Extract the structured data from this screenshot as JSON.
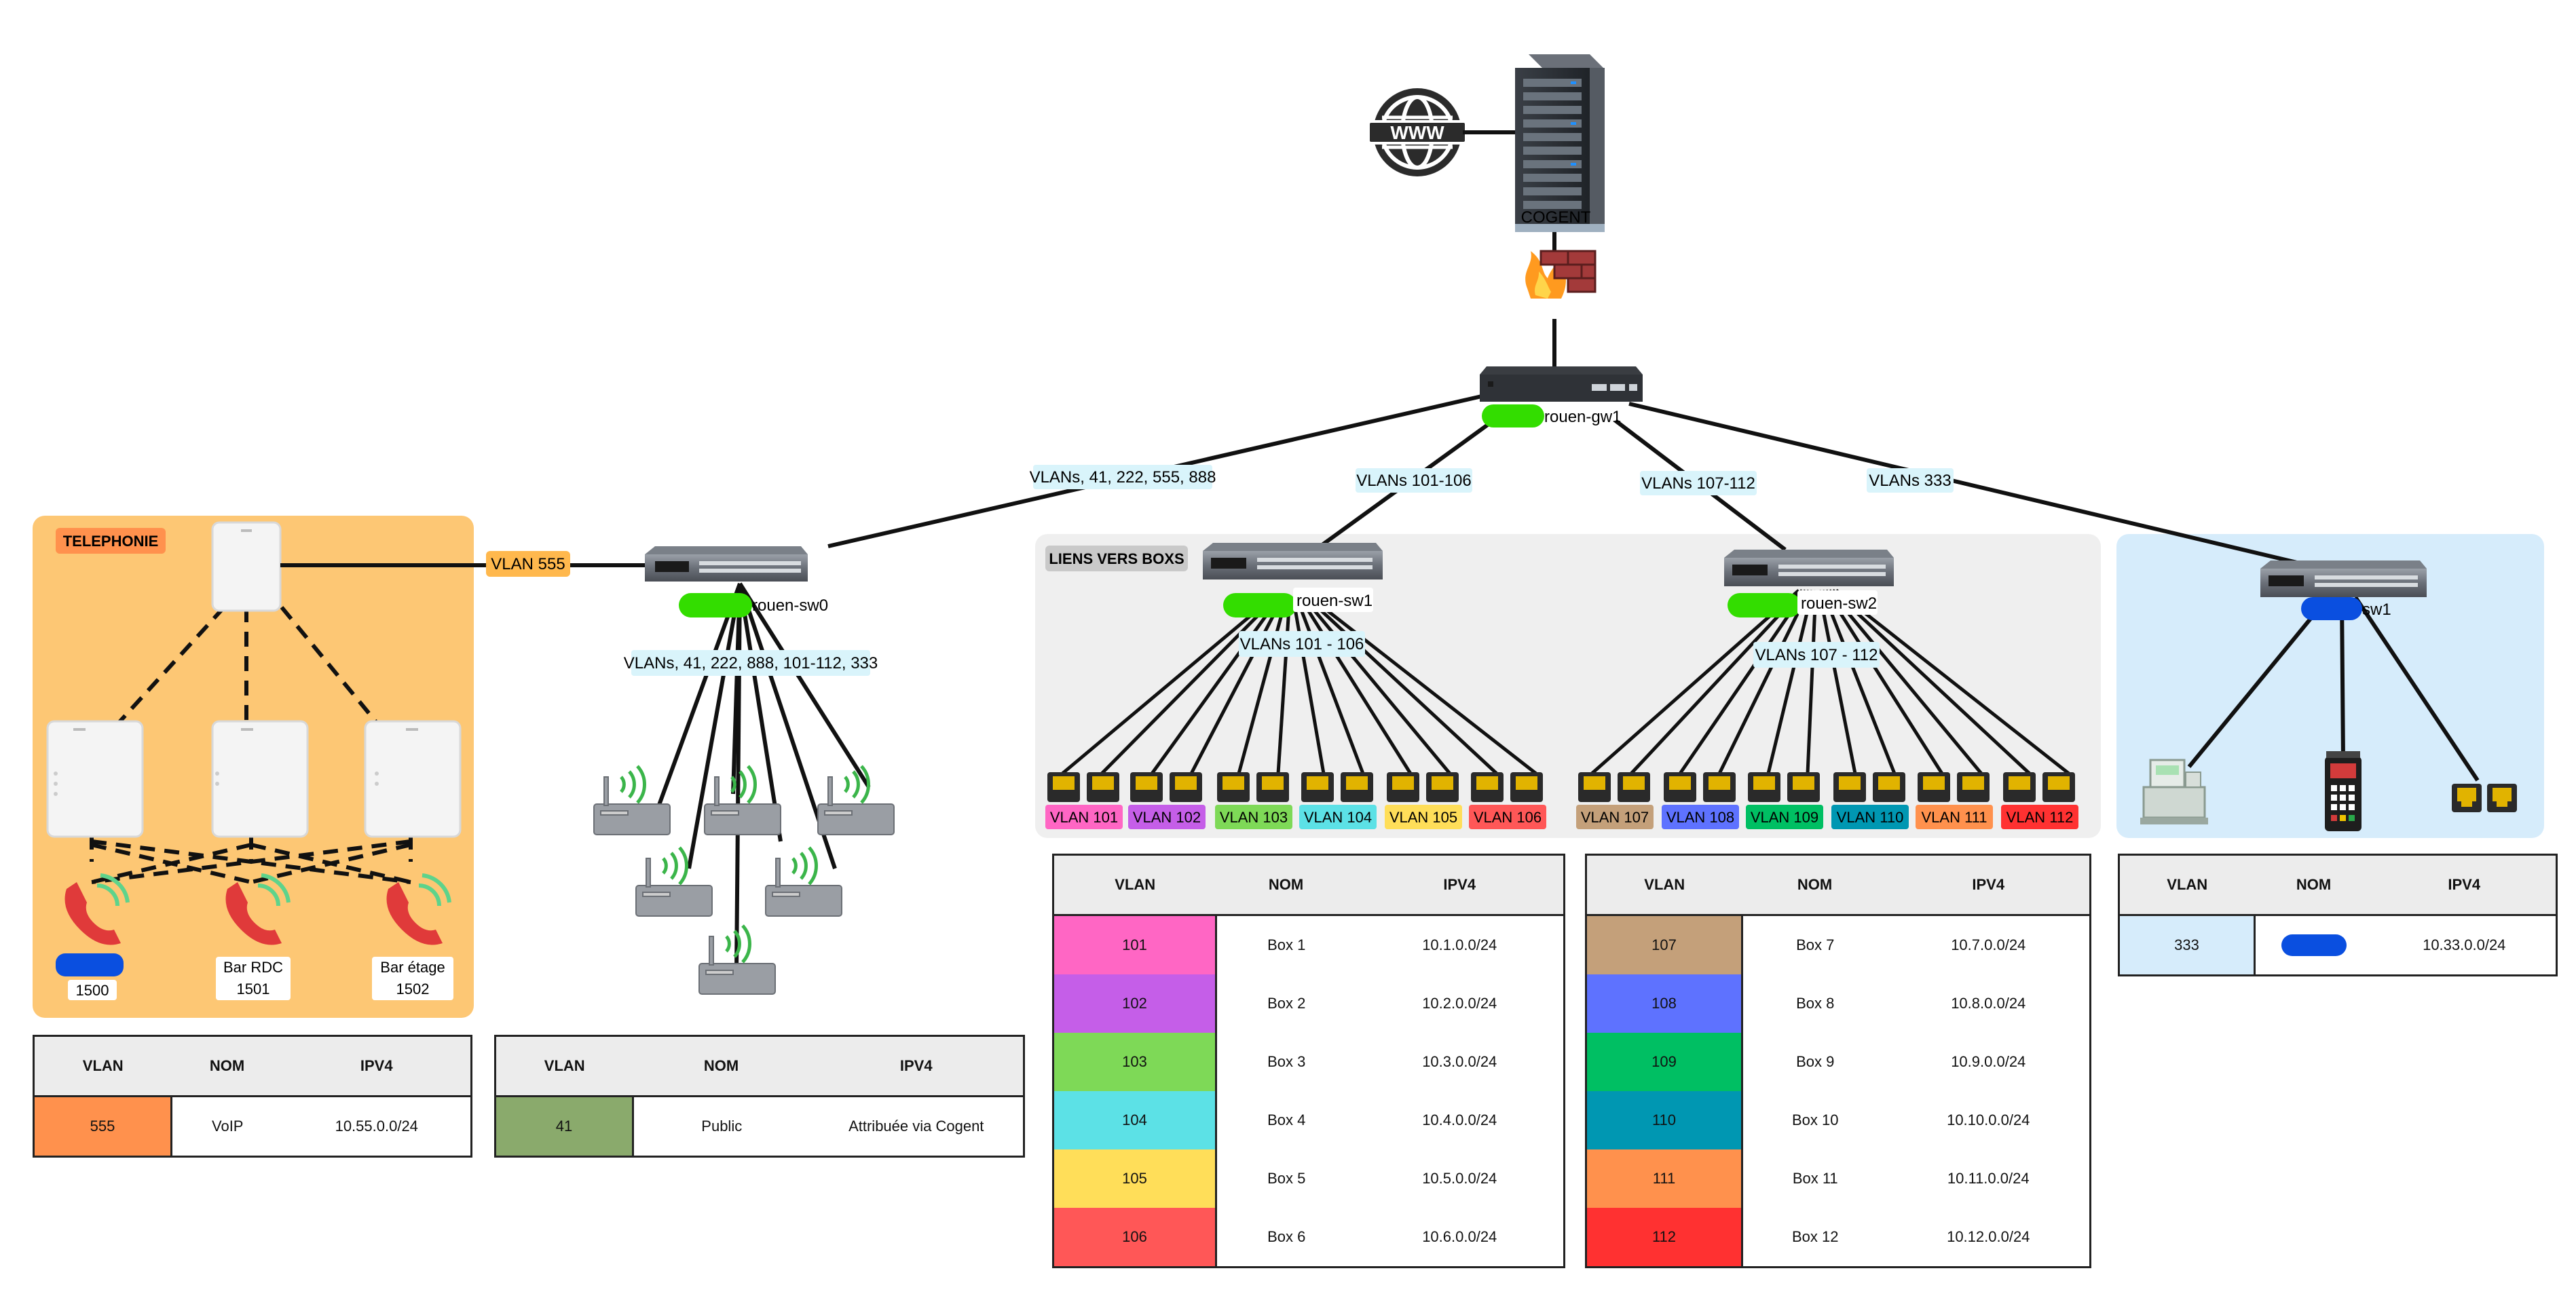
{
  "internet": {
    "provider_label": "COGENT"
  },
  "gateway": {
    "name": "rouen-gw1"
  },
  "uplinks": [
    {
      "label": "VLANs, 41, 222, 555, 888"
    },
    {
      "label": "VLANs 101-106"
    },
    {
      "label": "VLANs 107-112"
    },
    {
      "label": "VLANs 333"
    }
  ],
  "switches": {
    "sw0": {
      "name": "rouen-sw0",
      "trunk_label": "VLANs, 41, 222, 888, 101-112, 333"
    },
    "sw1": {
      "name": "rouen-sw1",
      "trunk_label": "VLANs 101 - 106"
    },
    "sw2": {
      "name": "rouen-sw2",
      "trunk_label": "VLANs 107 - 112"
    },
    "sw3": {
      "name": "sw1"
    }
  },
  "telephonie": {
    "title": "TELEPHONIE",
    "link_label": "VLAN 555",
    "phones": [
      {
        "line1": "",
        "line2": "1500"
      },
      {
        "line1": "Bar RDC",
        "line2": "1501"
      },
      {
        "line1": "Bar étage",
        "line2": "1502"
      }
    ]
  },
  "boxes_group": {
    "title": "LIENS VERS BOXS"
  },
  "box_ports": [
    {
      "label": "VLAN 101",
      "color": "#ff66c4"
    },
    {
      "label": "VLAN 102",
      "color": "#c55ee8"
    },
    {
      "label": "VLAN 103",
      "color": "#7ed957"
    },
    {
      "label": "VLAN 104",
      "color": "#5ce1e6"
    },
    {
      "label": "VLAN 105",
      "color": "#ffde59"
    },
    {
      "label": "VLAN 106",
      "color": "#ff5757"
    },
    {
      "label": "VLAN 107",
      "color": "#c4a07a"
    },
    {
      "label": "VLAN 108",
      "color": "#5e72ff"
    },
    {
      "label": "VLAN 109",
      "color": "#00bf63"
    },
    {
      "label": "VLAN 110",
      "color": "#0097b2"
    },
    {
      "label": "VLAN 111",
      "color": "#ff914d"
    },
    {
      "label": "VLAN 112",
      "color": "#ff3131"
    }
  ],
  "table_headers": {
    "vlan": "VLAN",
    "nom": "NOM",
    "ipv4": "IPV4"
  },
  "tables": {
    "voip": [
      {
        "vlan": "555",
        "nom": "VoIP",
        "ipv4": "10.55.0.0/24",
        "color": "#ff914d"
      }
    ],
    "public": [
      {
        "vlan": "41",
        "nom": "Public",
        "ipv4": "Attribuée via Cogent",
        "color": "#8aaa6c"
      }
    ],
    "boxes_a": [
      {
        "vlan": "101",
        "nom": "Box 1",
        "ipv4": "10.1.0.0/24",
        "color": "#ff66c4"
      },
      {
        "vlan": "102",
        "nom": "Box 2",
        "ipv4": "10.2.0.0/24",
        "color": "#c55ee8"
      },
      {
        "vlan": "103",
        "nom": "Box 3",
        "ipv4": "10.3.0.0/24",
        "color": "#7ed957"
      },
      {
        "vlan": "104",
        "nom": "Box 4",
        "ipv4": "10.4.0.0/24",
        "color": "#5ce1e6"
      },
      {
        "vlan": "105",
        "nom": "Box 5",
        "ipv4": "10.5.0.0/24",
        "color": "#ffde59"
      },
      {
        "vlan": "106",
        "nom": "Box 6",
        "ipv4": "10.6.0.0/24",
        "color": "#ff5757"
      }
    ],
    "boxes_b": [
      {
        "vlan": "107",
        "nom": "Box 7",
        "ipv4": "10.7.0.0/24",
        "color": "#c4a07a"
      },
      {
        "vlan": "108",
        "nom": "Box 8",
        "ipv4": "10.8.0.0/24",
        "color": "#5e72ff"
      },
      {
        "vlan": "109",
        "nom": "Box 9",
        "ipv4": "10.9.0.0/24",
        "color": "#00bf63"
      },
      {
        "vlan": "110",
        "nom": "Box 10",
        "ipv4": "10.10.0.0/24",
        "color": "#0097b2"
      },
      {
        "vlan": "111",
        "nom": "Box 11",
        "ipv4": "10.11.0.0/24",
        "color": "#ff914d"
      },
      {
        "vlan": "112",
        "nom": "Box 12",
        "ipv4": "10.12.0.0/24",
        "color": "#ff3131"
      }
    ],
    "misc": [
      {
        "vlan": "333",
        "nom": "",
        "ipv4": "10.33.0.0/24",
        "color": "#d6ecfb"
      }
    ]
  },
  "colors": {
    "telephonie_bg": "#fdc774",
    "telephonie_tag": "#ff914d",
    "boxes_bg": "#efefef",
    "misc_bg": "#d6ecfb",
    "label_bg": "#d9f4fb",
    "vlan555_tag": "#ffb84d",
    "switch_pill": "#33dd00",
    "sw1_pill": "#0a4fe0",
    "redacted_blue": "#0a4fe0"
  }
}
